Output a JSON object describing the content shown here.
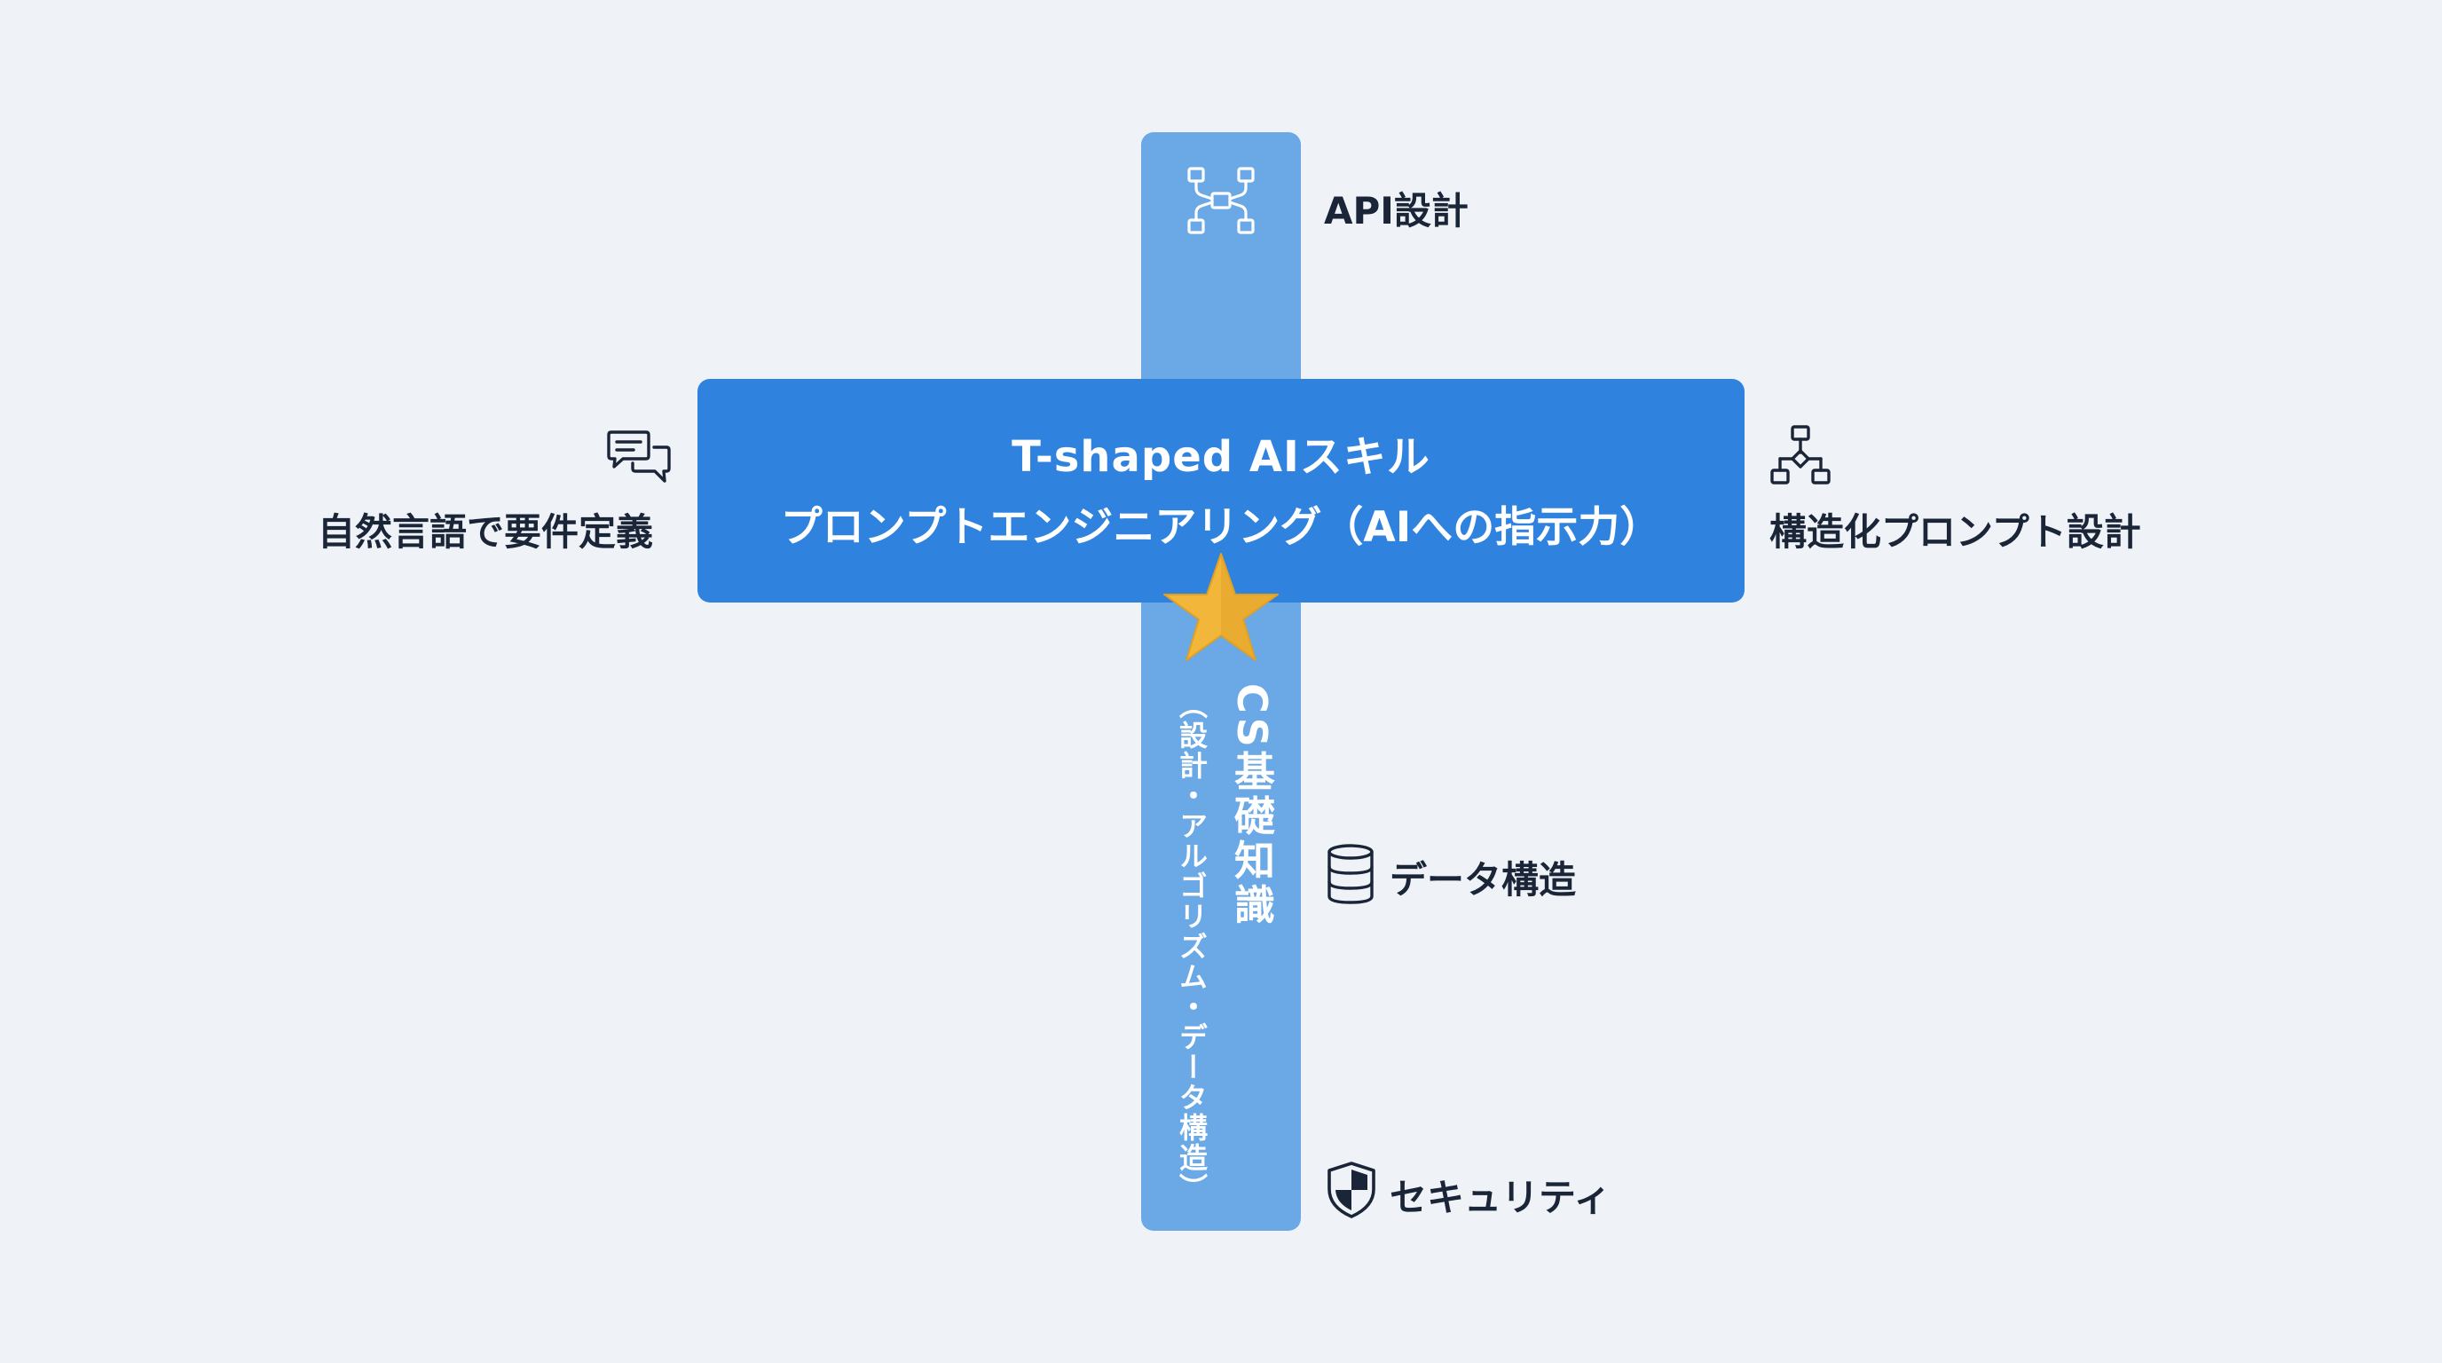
{
  "diagram": {
    "center": {
      "title": "T-shaped  AIスキル",
      "subtitle": "プロンプトエンジニアリング（AIへの指示力）"
    },
    "stem": {
      "title": "CS基礎知識",
      "subtitle": "（設計・アルゴリズム・データ構造）"
    },
    "items": {
      "api": {
        "label": "API設計",
        "icon": "network-nodes-icon"
      },
      "natural_language": {
        "label": "自然言語で要件定義",
        "icon": "chat-bubbles-icon"
      },
      "structured_prompt": {
        "label": "構造化プロンプト設計",
        "icon": "hierarchy-icon"
      },
      "data_structures": {
        "label": "データ構造",
        "icon": "database-icon"
      },
      "security": {
        "label": "セキュリティ",
        "icon": "shield-icon"
      }
    },
    "colors": {
      "background": "#eff3f8",
      "horizontal_bar": "#2f83de",
      "vertical_bar": "#6aa8e6",
      "star": "#f2b63a",
      "text": "#1b2538"
    }
  }
}
